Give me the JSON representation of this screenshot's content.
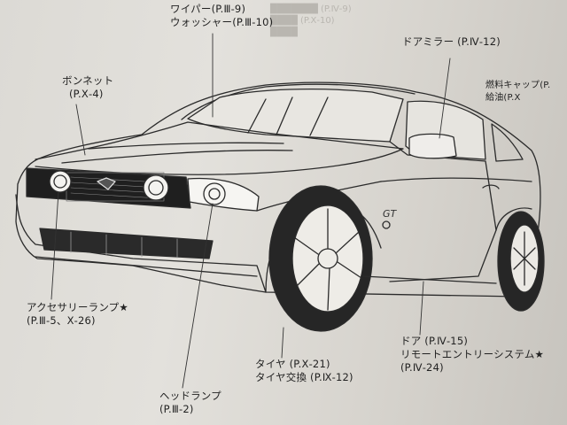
{
  "page": {
    "background": "#dfddd8",
    "ink": "#222222"
  },
  "callouts": {
    "wiper": [
      "ワイパー(P.Ⅲ-9)",
      "ウォッシャー(P.Ⅲ-10)"
    ],
    "bonnet": [
      "ボンネット",
      "(P.Ⅹ-4)"
    ],
    "door_mirror": [
      "ドアミラー (P.Ⅳ-12)"
    ],
    "fuel_cap": [
      "燃料キャップ(P.",
      "給油(P.Ⅹ"
    ],
    "accessory_lamp": [
      "アクセサリーランプ★",
      "(P.Ⅲ-5、Ⅹ-26)"
    ],
    "headlamp": [
      "ヘッドランプ",
      "(P.Ⅲ-2)"
    ],
    "tire": [
      "タイヤ (P.Ⅹ-21)",
      "タイヤ交換 (P.Ⅸ-12)"
    ],
    "door": [
      "ドア (P.Ⅳ-15)",
      "リモートエントリーシステム★",
      "(P.Ⅳ-24)"
    ]
  },
  "car": {
    "badge": "GT"
  },
  "icons": {
    "star": "star-icon"
  }
}
